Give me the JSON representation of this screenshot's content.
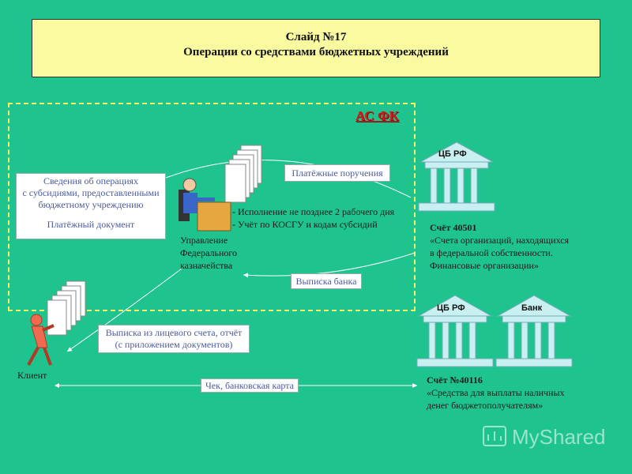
{
  "title": {
    "line1": "Слайд №17",
    "line2": "Операции со средствами бюджетных учреждений"
  },
  "region_label": "АС ФК",
  "info_box": {
    "line1": "Сведения об операциях",
    "line2": "с субсидиями, предоставленными",
    "line3": "бюджетному учреждению",
    "line4": "Платёжный документ"
  },
  "edges": {
    "payment_orders": "Платёжные поручения",
    "bank_statement": "Выписка банка",
    "account_extract_line1": "Выписка из лицевого счета, отчёт",
    "account_extract_line2": "(с приложением документов)",
    "check_card": "Чек, банковская карта"
  },
  "treasury": {
    "line1": "Управление",
    "line2": "Федерального",
    "line3": "казначейства"
  },
  "conditions": {
    "line1": "- Исполнение не позднее 2 рабочего дня",
    "line2": "- Учёт по КОСГУ и кодам субсидий"
  },
  "client": "Клиент",
  "banks": {
    "cb_top": "ЦБ РФ",
    "cb_bottom": "ЦБ РФ",
    "bank": "Банк"
  },
  "account_40501": {
    "title": "Счёт 40501",
    "line1": "«Счета организаций, находящихся",
    "line2": "в федеральной собственности.",
    "line3": "Финансовые организации»"
  },
  "account_40116": {
    "title": "Счёт №40116",
    "line1": "«Средства для выплаты наличных",
    "line2": "денег бюджетополучателям»"
  },
  "watermark": "MyShared",
  "colors": {
    "background": "#1fc38e",
    "title_fill": "#fafaa0",
    "region_border": "#f5f56a",
    "region_label": "#d21818",
    "box_text": "#4a5aa8",
    "building": "#c8f0f0"
  }
}
